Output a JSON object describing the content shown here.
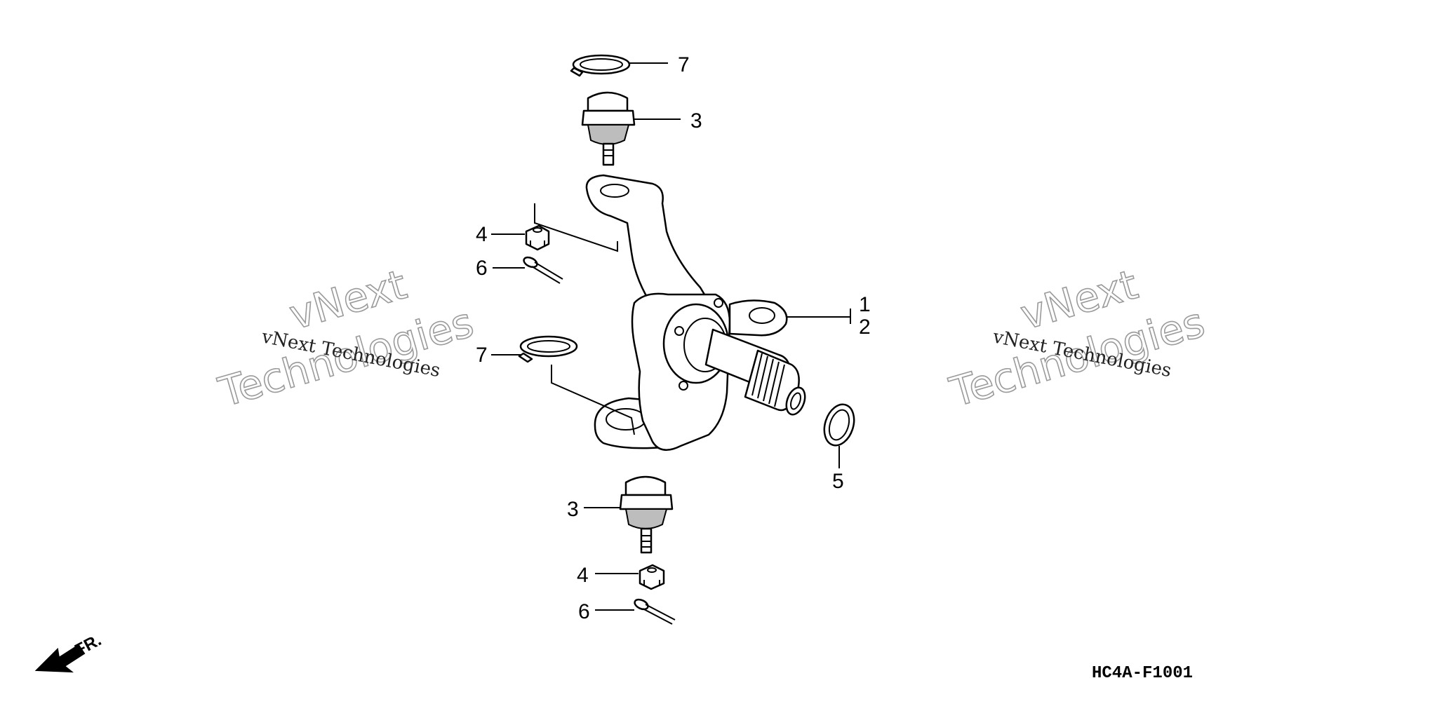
{
  "callouts": {
    "c1": "1",
    "c2": "2",
    "c3_top": "3",
    "c3_bottom": "3",
    "c4_top": "4",
    "c4_bottom": "4",
    "c5": "5",
    "c6_top": "6",
    "c6_bottom": "6",
    "c7_top": "7",
    "c7_mid": "7"
  },
  "front_arrow_label": "FR.",
  "diagram_code": "HC4A-F1001",
  "watermark": {
    "line1": "vNext Technologies",
    "line2": "vNext",
    "line3": "Technologies"
  }
}
